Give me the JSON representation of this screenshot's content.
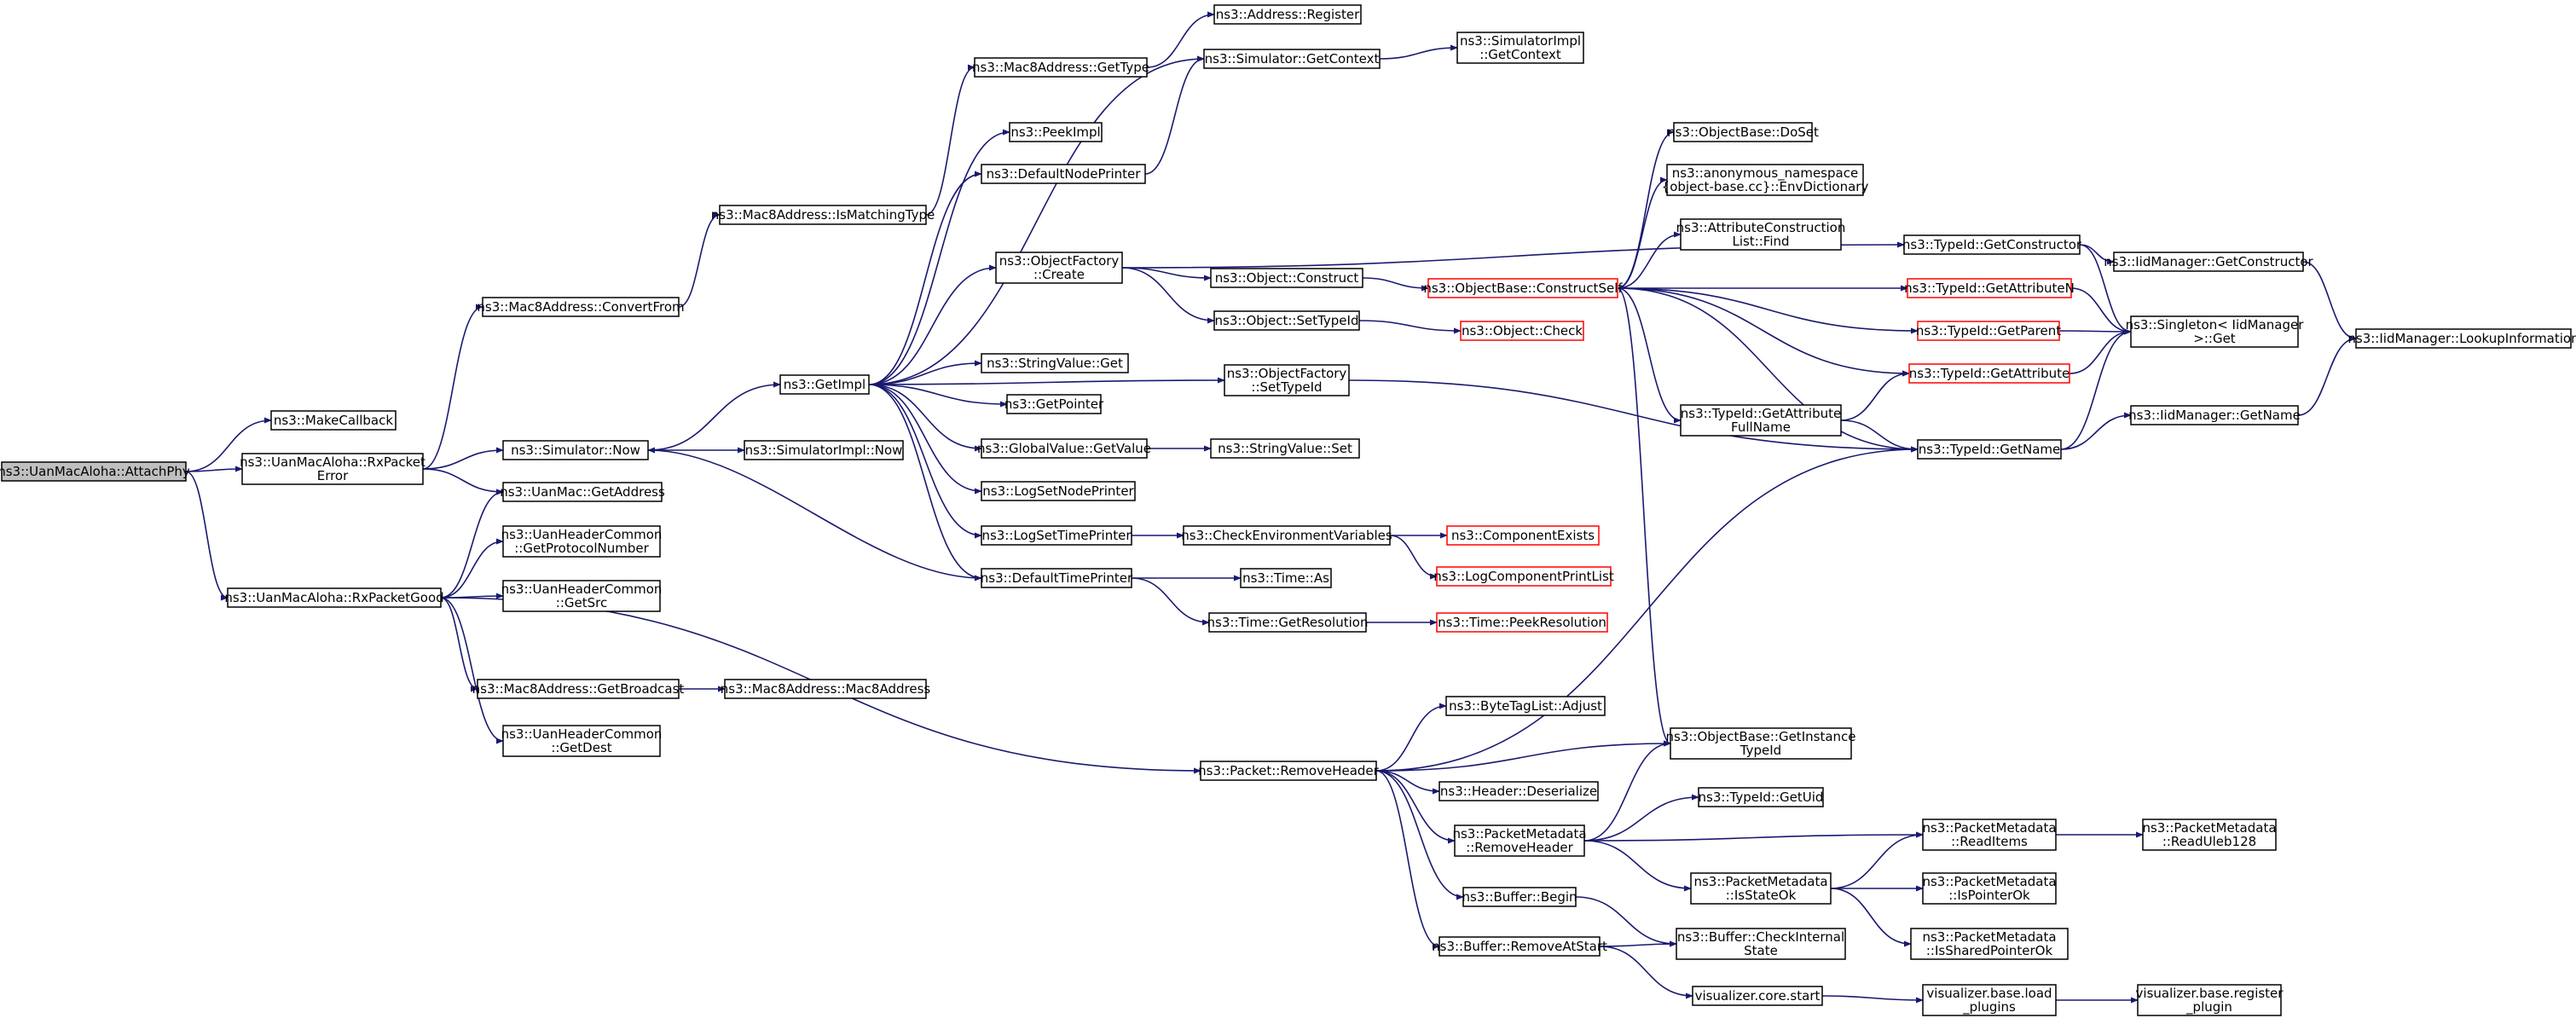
{
  "diagram": {
    "type": "call-graph",
    "root": "n0",
    "colors": {
      "edge": "#191970",
      "root_fill": "#bfbfbf",
      "truncated_border": "#ff0000",
      "node_border": "#000000",
      "background": "#ffffff"
    },
    "nodes": [
      {
        "id": "n0",
        "lines": [
          "ns3::UanMacAloha::AttachPhy"
        ],
        "root": true
      },
      {
        "id": "n1",
        "lines": [
          "ns3::MakeCallback"
        ]
      },
      {
        "id": "n2",
        "lines": [
          "ns3::UanMacAloha::RxPacket",
          "Error"
        ]
      },
      {
        "id": "n3",
        "lines": [
          "ns3::UanMacAloha::RxPacketGood"
        ]
      },
      {
        "id": "n4",
        "lines": [
          "ns3::Mac8Address::ConvertFrom"
        ]
      },
      {
        "id": "n5",
        "lines": [
          "ns3::Simulator::Now"
        ]
      },
      {
        "id": "n6",
        "lines": [
          "ns3::UanMac::GetAddress"
        ]
      },
      {
        "id": "n7",
        "lines": [
          "ns3::UanHeaderCommon",
          "::GetProtocolNumber"
        ]
      },
      {
        "id": "n8",
        "lines": [
          "ns3::UanHeaderCommon",
          "::GetSrc"
        ]
      },
      {
        "id": "n9",
        "lines": [
          "ns3::Mac8Address::GetBroadcast"
        ]
      },
      {
        "id": "n10",
        "lines": [
          "ns3::UanHeaderCommon",
          "::GetDest"
        ]
      },
      {
        "id": "n11",
        "lines": [
          "ns3::Mac8Address::IsMatchingType"
        ]
      },
      {
        "id": "n12",
        "lines": [
          "ns3::Mac8Address::GetType"
        ]
      },
      {
        "id": "n13",
        "lines": [
          "ns3::Address::Register"
        ]
      },
      {
        "id": "n14",
        "lines": [
          "ns3::GetImpl"
        ]
      },
      {
        "id": "n15",
        "lines": [
          "ns3::SimulatorImpl::Now"
        ]
      },
      {
        "id": "n16",
        "lines": [
          "ns3::Mac8Address::Mac8Address"
        ]
      },
      {
        "id": "n17",
        "lines": [
          "ns3::Packet::RemoveHeader"
        ]
      },
      {
        "id": "n18",
        "lines": [
          "ns3::PeekImpl"
        ]
      },
      {
        "id": "n19",
        "lines": [
          "ns3::DefaultNodePrinter"
        ]
      },
      {
        "id": "n20",
        "lines": [
          "ns3::ObjectFactory",
          "::Create"
        ]
      },
      {
        "id": "n21",
        "lines": [
          "ns3::StringValue::Get"
        ]
      },
      {
        "id": "n22",
        "lines": [
          "ns3::GetPointer"
        ]
      },
      {
        "id": "n23",
        "lines": [
          "ns3::GlobalValue::GetValue"
        ]
      },
      {
        "id": "n24",
        "lines": [
          "ns3::LogSetNodePrinter"
        ]
      },
      {
        "id": "n25",
        "lines": [
          "ns3::LogSetTimePrinter"
        ]
      },
      {
        "id": "n26",
        "lines": [
          "ns3::DefaultTimePrinter"
        ]
      },
      {
        "id": "n27",
        "lines": [
          "ns3::Simulator::GetContext"
        ]
      },
      {
        "id": "n28",
        "lines": [
          "ns3::Object::Construct"
        ]
      },
      {
        "id": "n29",
        "lines": [
          "ns3::Object::SetTypeId"
        ]
      },
      {
        "id": "n30",
        "lines": [
          "ns3::ObjectFactory",
          "::SetTypeId"
        ]
      },
      {
        "id": "n31",
        "lines": [
          "ns3::StringValue::Set"
        ]
      },
      {
        "id": "n32",
        "lines": [
          "ns3::CheckEnvironmentVariables"
        ]
      },
      {
        "id": "n33",
        "lines": [
          "ns3::Time::As"
        ]
      },
      {
        "id": "n34",
        "lines": [
          "ns3::Time::GetResolution"
        ]
      },
      {
        "id": "n35",
        "lines": [
          "ns3::SimulatorImpl",
          "::GetContext"
        ]
      },
      {
        "id": "n36",
        "lines": [
          "ns3::ObjectBase::ConstructSelf"
        ],
        "truncated": true
      },
      {
        "id": "n37",
        "lines": [
          "ns3::Object::Check"
        ],
        "truncated": true
      },
      {
        "id": "n38",
        "lines": [
          "ns3::ComponentExists"
        ],
        "truncated": true
      },
      {
        "id": "n39",
        "lines": [
          "ns3::LogComponentPrintList"
        ],
        "truncated": true
      },
      {
        "id": "n40",
        "lines": [
          "ns3::Time::PeekResolution"
        ],
        "truncated": true
      },
      {
        "id": "n41",
        "lines": [
          "ns3::ByteTagList::Adjust"
        ]
      },
      {
        "id": "n42",
        "lines": [
          "ns3::Header::Deserialize"
        ]
      },
      {
        "id": "n43",
        "lines": [
          "ns3::PacketMetadata",
          "::RemoveHeader"
        ]
      },
      {
        "id": "n44",
        "lines": [
          "ns3::Buffer::Begin"
        ]
      },
      {
        "id": "n45",
        "lines": [
          "ns3::Buffer::RemoveAtStart"
        ]
      },
      {
        "id": "n46",
        "lines": [
          "ns3::ObjectBase::DoSet"
        ]
      },
      {
        "id": "n47",
        "lines": [
          "ns3::anonymous_namespace",
          "{object-base.cc}::EnvDictionary"
        ]
      },
      {
        "id": "n48",
        "lines": [
          "ns3::AttributeConstruction",
          "List::Find"
        ]
      },
      {
        "id": "n49",
        "lines": [
          "ns3::TypeId::GetAttribute",
          "FullName"
        ]
      },
      {
        "id": "n50",
        "lines": [
          "ns3::ObjectBase::GetInstance",
          "TypeId"
        ]
      },
      {
        "id": "n51",
        "lines": [
          "ns3::TypeId::GetUid"
        ]
      },
      {
        "id": "n52",
        "lines": [
          "ns3::PacketMetadata",
          "::IsStateOk"
        ]
      },
      {
        "id": "n53",
        "lines": [
          "ns3::Buffer::CheckInternal",
          "State"
        ]
      },
      {
        "id": "n54",
        "lines": [
          "visualizer.core.start"
        ]
      },
      {
        "id": "n55",
        "lines": [
          "ns3::TypeId::GetConstructor"
        ]
      },
      {
        "id": "n56",
        "lines": [
          "ns3::TypeId::GetAttributeN"
        ],
        "truncated": true
      },
      {
        "id": "n57",
        "lines": [
          "ns3::TypeId::GetParent"
        ],
        "truncated": true
      },
      {
        "id": "n58",
        "lines": [
          "ns3::TypeId::GetAttribute"
        ],
        "truncated": true
      },
      {
        "id": "n59",
        "lines": [
          "ns3::TypeId::GetName"
        ]
      },
      {
        "id": "n60",
        "lines": [
          "ns3::PacketMetadata",
          "::ReadItems"
        ]
      },
      {
        "id": "n61",
        "lines": [
          "ns3::PacketMetadata",
          "::IsPointerOk"
        ]
      },
      {
        "id": "n62",
        "lines": [
          "ns3::PacketMetadata",
          "::IsSharedPointerOk"
        ]
      },
      {
        "id": "n63",
        "lines": [
          "visualizer.base.load",
          "_plugins"
        ]
      },
      {
        "id": "n64",
        "lines": [
          "ns3::IidManager::GetConstructor"
        ]
      },
      {
        "id": "n65",
        "lines": [
          "ns3::Singleton< IidManager",
          ">::Get"
        ]
      },
      {
        "id": "n66",
        "lines": [
          "ns3::IidManager::GetName"
        ]
      },
      {
        "id": "n67",
        "lines": [
          "ns3::PacketMetadata",
          "::ReadUleb128"
        ]
      },
      {
        "id": "n68",
        "lines": [
          "visualizer.base.register",
          "_plugin"
        ]
      },
      {
        "id": "n69",
        "lines": [
          "ns3::IidManager::LookupInformation"
        ]
      }
    ],
    "edges": [
      [
        "n0",
        "n1"
      ],
      [
        "n0",
        "n2"
      ],
      [
        "n0",
        "n3"
      ],
      [
        "n2",
        "n4"
      ],
      [
        "n2",
        "n5"
      ],
      [
        "n2",
        "n6"
      ],
      [
        "n3",
        "n6"
      ],
      [
        "n3",
        "n7"
      ],
      [
        "n3",
        "n8"
      ],
      [
        "n3",
        "n9"
      ],
      [
        "n3",
        "n10"
      ],
      [
        "n3",
        "n17"
      ],
      [
        "n4",
        "n11"
      ],
      [
        "n11",
        "n12"
      ],
      [
        "n12",
        "n13"
      ],
      [
        "n5",
        "n14"
      ],
      [
        "n5",
        "n15"
      ],
      [
        "n9",
        "n16"
      ],
      [
        "n14",
        "n18"
      ],
      [
        "n14",
        "n19"
      ],
      [
        "n14",
        "n20"
      ],
      [
        "n14",
        "n21"
      ],
      [
        "n14",
        "n22"
      ],
      [
        "n14",
        "n23"
      ],
      [
        "n14",
        "n24"
      ],
      [
        "n14",
        "n25"
      ],
      [
        "n14",
        "n26"
      ],
      [
        "n14",
        "n27"
      ],
      [
        "n14",
        "n30"
      ],
      [
        "n19",
        "n27"
      ],
      [
        "n27",
        "n35"
      ],
      [
        "n20",
        "n28"
      ],
      [
        "n20",
        "n29"
      ],
      [
        "n20",
        "n55"
      ],
      [
        "n28",
        "n36"
      ],
      [
        "n29",
        "n37"
      ],
      [
        "n30",
        "n59"
      ],
      [
        "n23",
        "n31"
      ],
      [
        "n25",
        "n32"
      ],
      [
        "n32",
        "n38"
      ],
      [
        "n32",
        "n39"
      ],
      [
        "n26",
        "n33"
      ],
      [
        "n26",
        "n34"
      ],
      [
        "n26",
        "n5"
      ],
      [
        "n34",
        "n40"
      ],
      [
        "n36",
        "n46"
      ],
      [
        "n36",
        "n47"
      ],
      [
        "n36",
        "n48"
      ],
      [
        "n36",
        "n49"
      ],
      [
        "n36",
        "n50"
      ],
      [
        "n36",
        "n56"
      ],
      [
        "n36",
        "n57"
      ],
      [
        "n36",
        "n58"
      ],
      [
        "n36",
        "n59"
      ],
      [
        "n49",
        "n58"
      ],
      [
        "n49",
        "n59"
      ],
      [
        "n55",
        "n64"
      ],
      [
        "n55",
        "n65"
      ],
      [
        "n56",
        "n65"
      ],
      [
        "n57",
        "n65"
      ],
      [
        "n58",
        "n65"
      ],
      [
        "n59",
        "n65"
      ],
      [
        "n59",
        "n66"
      ],
      [
        "n64",
        "n69"
      ],
      [
        "n66",
        "n69"
      ],
      [
        "n17",
        "n41"
      ],
      [
        "n17",
        "n42"
      ],
      [
        "n17",
        "n43"
      ],
      [
        "n17",
        "n44"
      ],
      [
        "n17",
        "n45"
      ],
      [
        "n17",
        "n50"
      ],
      [
        "n17",
        "n59"
      ],
      [
        "n43",
        "n50"
      ],
      [
        "n43",
        "n51"
      ],
      [
        "n43",
        "n52"
      ],
      [
        "n43",
        "n60"
      ],
      [
        "n52",
        "n60"
      ],
      [
        "n52",
        "n61"
      ],
      [
        "n52",
        "n62"
      ],
      [
        "n60",
        "n67"
      ],
      [
        "n44",
        "n53"
      ],
      [
        "n45",
        "n53"
      ],
      [
        "n45",
        "n54"
      ],
      [
        "n54",
        "n63"
      ],
      [
        "n63",
        "n68"
      ]
    ]
  }
}
